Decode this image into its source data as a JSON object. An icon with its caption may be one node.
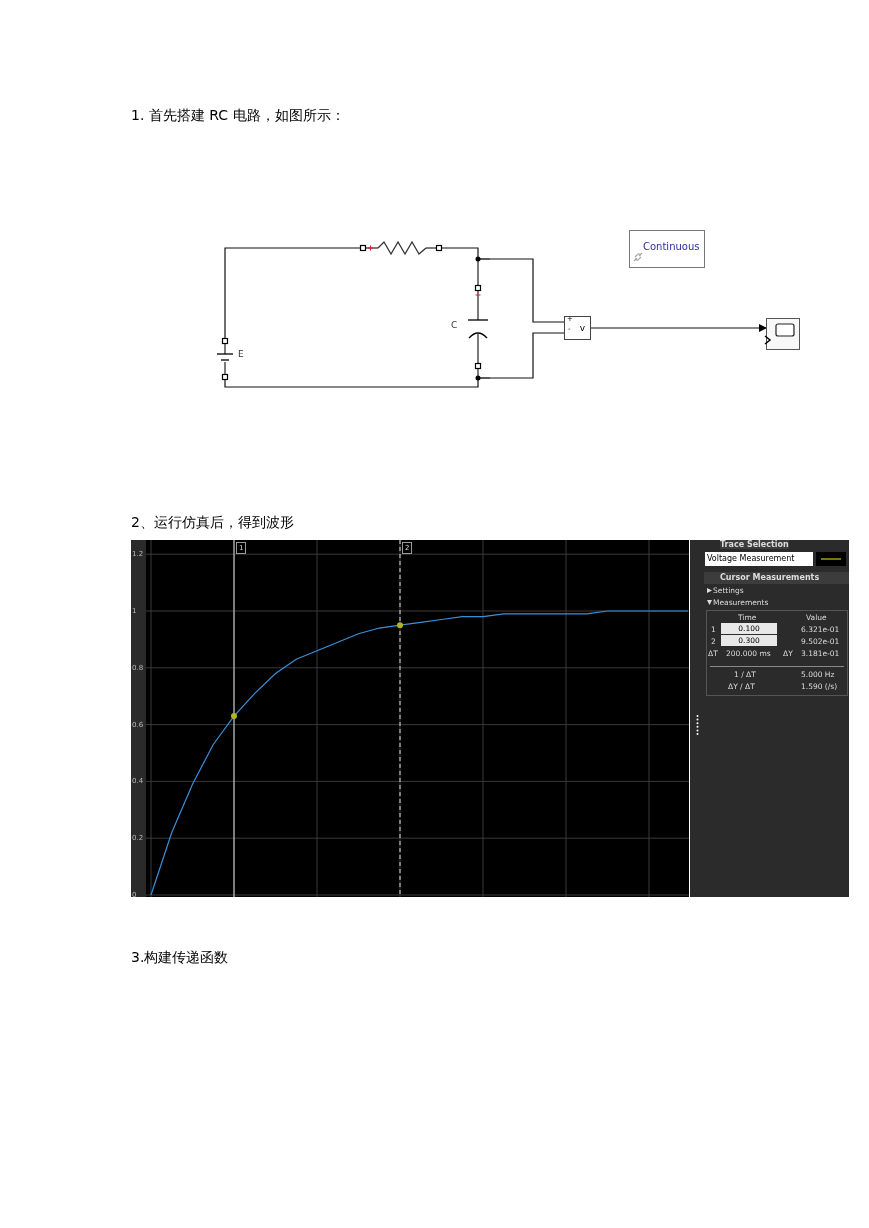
{
  "diagram": {
    "nodes": [
      {
        "text": [],
        "shape": "battery",
        "beside": [
          "E"
        ]
      },
      {
        "text": [],
        "shape": "resistor"
      },
      {
        "text": [],
        "shape": "capacitor",
        "beside": [
          "C"
        ]
      },
      {
        "text": [
          "v"
        ]
      },
      {
        "text": [],
        "shape": "box"
      },
      {
        "text": [
          "Continuous"
        ]
      }
    ],
    "edges": [
      {
        "from": 0,
        "to": 1,
        "arrow": "none"
      },
      {
        "from": 1,
        "to": 2,
        "arrow": "none"
      },
      {
        "from": 2,
        "to": 0,
        "arrow": "none"
      },
      {
        "from": 2,
        "to": 3,
        "arrow": "none"
      },
      {
        "from": 2,
        "to": 3,
        "arrow": "none"
      },
      {
        "from": 3,
        "to": 4,
        "arrow": "to"
      }
    ],
    "labels": [
      "1.  首先搭建 RC 电路，如图所示：",
      "+",
      "-",
      "2、运行仿真后，得到波形",
      "Trace Selection",
      "Voltage Measurement",
      "Cursor Measurements",
      "Settings",
      "Measurements",
      "1",
      "2",
      "Time",
      "Value",
      "1",
      "0.100",
      "6.321e-01",
      "2",
      "0.300",
      "9.502e-01",
      "ΔT",
      "200.000 ms",
      "ΔY",
      "3.181e-01",
      "1 / ΔT",
      "5.000 Hz",
      "ΔY / ΔT",
      "1.590 (/s)",
      "3.构建传递函数"
    ],
    "chart_data": {
      "type": "line",
      "categories": [
        null,
        null,
        null,
        null,
        null,
        null,
        null,
        null,
        null,
        null,
        null,
        null,
        null,
        null,
        null,
        null,
        null,
        null,
        null,
        null,
        null,
        null,
        null,
        null,
        null,
        null,
        null
      ],
      "series": [
        {
          "color": "#3b8fd9",
          "values": [
            0,
            0.22,
            0.39,
            0.53,
            0.63,
            0.71,
            0.78,
            0.83,
            0.86,
            0.89,
            0.92,
            0.94,
            0.95,
            0.96,
            0.97,
            0.98,
            0.98,
            0.99,
            0.99,
            0.99,
            0.99,
            0.99,
            1,
            1,
            1,
            1,
            1
          ]
        }
      ],
      "grid": true,
      "ylim": [
        0,
        1.25
      ],
      "yticks": [
        0,
        0.2,
        0.4,
        0.6,
        0.8,
        1,
        1.2
      ]
    }
  }
}
